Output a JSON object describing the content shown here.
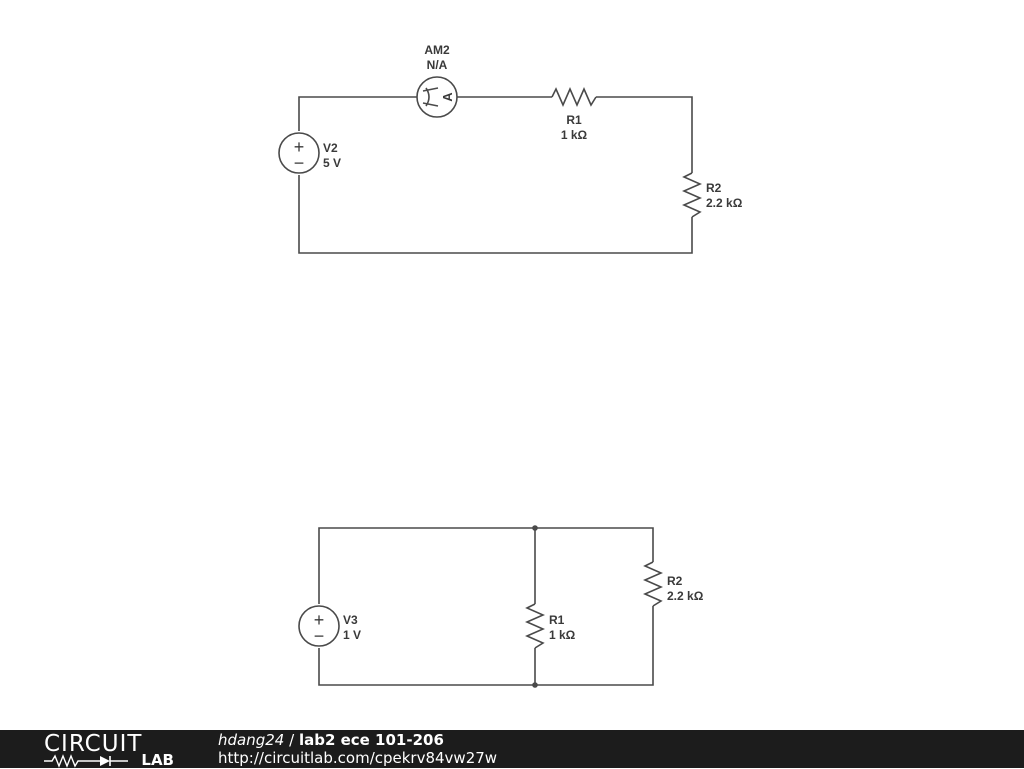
{
  "circuit_top": {
    "ammeter": {
      "name": "AM2",
      "value": "N/A",
      "symbol": "A"
    },
    "source": {
      "name": "V2",
      "value": "5 V"
    },
    "r1": {
      "name": "R1",
      "value": "1 kΩ"
    },
    "r2": {
      "name": "R2",
      "value": "2.2 kΩ"
    }
  },
  "circuit_bottom": {
    "source": {
      "name": "V3",
      "value": "1 V"
    },
    "r1": {
      "name": "R1",
      "value": "1 kΩ"
    },
    "r2": {
      "name": "R2",
      "value": "2.2 kΩ"
    }
  },
  "source_symbol": {
    "plus": "+",
    "minus": "−"
  },
  "footer": {
    "logo_top": "CIRCUIT",
    "logo_bottom": "LAB",
    "user": "hdang24",
    "separator": " / ",
    "title": "lab2 ece 101-206",
    "url": "http://circuitlab.com/cpekrv84vw27w"
  },
  "colors": {
    "wire": "#4a4a4a",
    "footer_bg": "#1c1c1c"
  }
}
